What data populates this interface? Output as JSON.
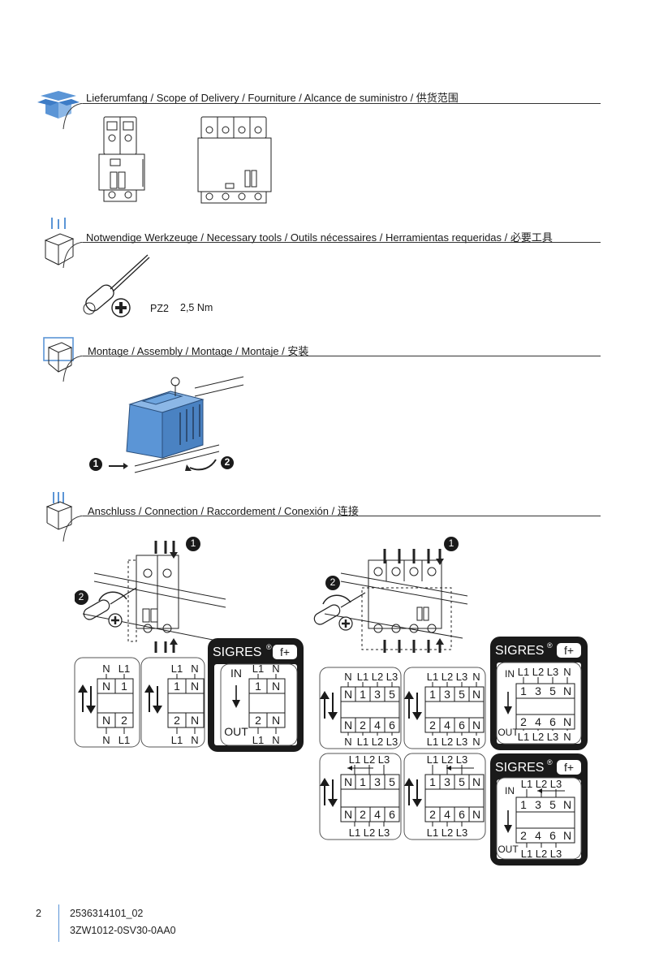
{
  "sections": {
    "delivery": "Lieferumfang / Scope of Delivery / Fourniture / Alcance de suministro / 供货范围",
    "tools": "Notwendige Werkzeuge / Necessary tools / Outils nécessaires / Herramientas requeridas / 必要工具",
    "assembly": "Montage / Assembly / Montage / Montaje / 安装",
    "connection": "Anschluss / Connection / Raccordement / Conexión / 连接"
  },
  "tool": {
    "bit": "PZ2",
    "torque": "2,5 Nm"
  },
  "assembly_steps": {
    "step1": "1",
    "step2": "2"
  },
  "connection_steps": {
    "left_1": "1",
    "left_2": "2",
    "right_1": "1",
    "right_2": "2"
  },
  "brand": {
    "name": "SIGRES",
    "reg": "®",
    "badge": "f+"
  },
  "io": {
    "in": "IN",
    "out": "OUT"
  },
  "wiring": {
    "w2a": {
      "top": [
        "N",
        "L1"
      ],
      "cells_top": [
        "N",
        "1"
      ],
      "cells_bot": [
        "N",
        "2"
      ],
      "bottom": [
        "N",
        "L1"
      ]
    },
    "w2b": {
      "top": [
        "L1",
        "N"
      ],
      "cells_top": [
        "1",
        "N"
      ],
      "cells_bot": [
        "2",
        "N"
      ],
      "bottom": [
        "L1",
        "N"
      ]
    },
    "w2s": {
      "top": [
        "L1",
        "N"
      ],
      "cells_top": [
        "1",
        "N"
      ],
      "cells_bot": [
        "2",
        "N"
      ],
      "bottom": [
        "L1",
        "N"
      ]
    },
    "w4a": {
      "top": [
        "N",
        "L1",
        "L2",
        "L3"
      ],
      "cells_top": [
        "N",
        "1",
        "3",
        "5"
      ],
      "cells_bot": [
        "N",
        "2",
        "4",
        "6"
      ],
      "bottom": [
        "N",
        "L1",
        "L2",
        "L3"
      ]
    },
    "w4b": {
      "top": [
        "L1",
        "L2",
        "L3",
        "N"
      ],
      "cells_top": [
        "1",
        "3",
        "5",
        "N"
      ],
      "cells_bot": [
        "2",
        "4",
        "6",
        "N"
      ],
      "bottom": [
        "L1",
        "L2",
        "L3",
        "N"
      ]
    },
    "w4s": {
      "top": [
        "L1",
        "L2",
        "L3",
        "N"
      ],
      "cells_top": [
        "1",
        "3",
        "5",
        "N"
      ],
      "cells_bot": [
        "2",
        "4",
        "6",
        "N"
      ],
      "bottom": [
        "L1",
        "L2",
        "L3",
        "N"
      ]
    },
    "w3a": {
      "top": [
        "L1",
        "L2",
        "L3"
      ],
      "cells_top": [
        "N",
        "1",
        "3",
        "5"
      ],
      "cells_bot": [
        "N",
        "2",
        "4",
        "6"
      ],
      "bottom": [
        "L1",
        "L2",
        "L3"
      ]
    },
    "w3b": {
      "top": [
        "L1",
        "L2",
        "L3"
      ],
      "cells_top": [
        "1",
        "3",
        "5",
        "N"
      ],
      "cells_bot": [
        "2",
        "4",
        "6",
        "N"
      ],
      "bottom": [
        "L1",
        "L2",
        "L3"
      ]
    },
    "w3s": {
      "top": [
        "L1",
        "L2",
        "L3"
      ],
      "cells_top": [
        "1",
        "3",
        "5",
        "N"
      ],
      "cells_bot": [
        "2",
        "4",
        "6",
        "N"
      ],
      "bottom": [
        "L1",
        "L2",
        "L3"
      ]
    }
  },
  "footer": {
    "page": "2",
    "doc_number": "2536314101_02",
    "order_number": "3ZW1012-0SV30-0AA0"
  },
  "colors": {
    "accent_blue": "#5b95d6",
    "dark": "#1a1a1a"
  }
}
